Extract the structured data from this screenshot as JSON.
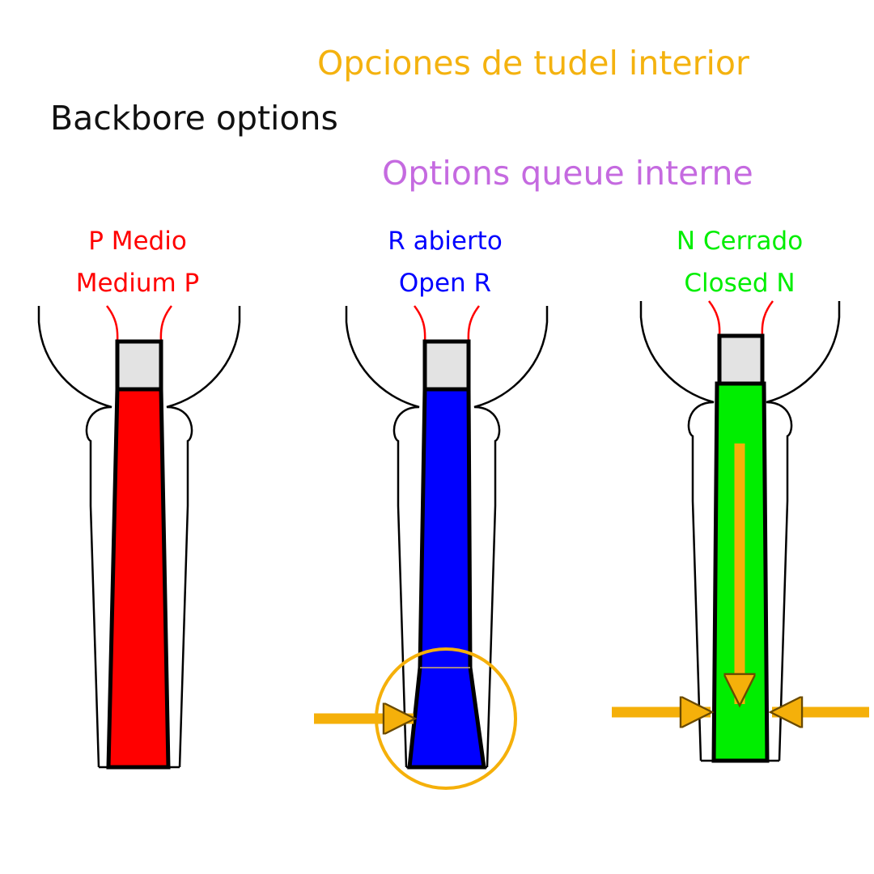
{
  "titles": {
    "spanish": "Opciones de tudel interior",
    "english": "Backbore options",
    "french": "Options queue interne"
  },
  "options": [
    {
      "key": "p",
      "line_es": "P Medio",
      "line_en": "Medium P",
      "color": "#ff0000"
    },
    {
      "key": "r",
      "line_es": "R abierto",
      "line_en": "Open R",
      "color": "#0000ff"
    },
    {
      "key": "n",
      "line_es": "N Cerrado",
      "line_en": "Closed N",
      "color": "#00ee00"
    }
  ],
  "colors": {
    "title_es": "#f4b20f",
    "title_en": "#111111",
    "title_fr": "#c56ae0",
    "outline": "#000000",
    "rim_lines": "#ff0000",
    "throat_fill": "#e3e3e3",
    "arrow": "#f5b00a",
    "highlight_circle": "#f5b00a"
  },
  "icons": {
    "highlight": "highlight-circle-icon",
    "pointer": "arrow-right-icon"
  }
}
